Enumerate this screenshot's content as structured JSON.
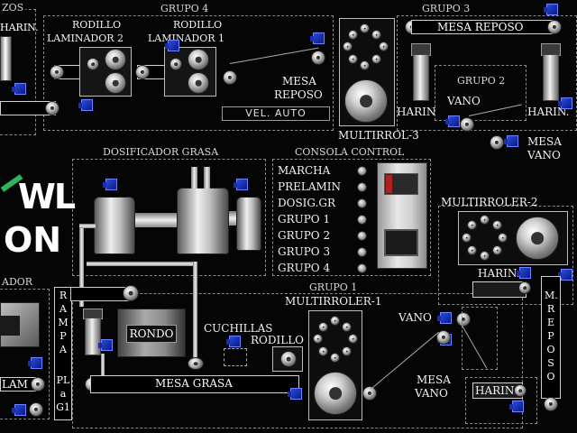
{
  "groups": {
    "g_top_left": "ZOS",
    "g4": "GRUPO 4",
    "g3": "GRUPO 3",
    "g2": "GRUPO 2",
    "g1": "GRUPO 1",
    "dosificador": "DOSIFICADOR GRASA",
    "consola": "CONSOLA CONTROL",
    "g_left_mid": "ADOR"
  },
  "labels": {
    "harin_top_left": "HARIN.",
    "rodillo_lam_2_a": "RODILLO",
    "rodillo_lam_2_b": "LAMINADOR 2",
    "rodillo_lam_1_a": "RODILLO",
    "rodillo_lam_1_b": "LAMINADOR 1",
    "mesa_reposo_g4_a": "MESA",
    "mesa_reposo_g4_b": "REPOSO",
    "vel_auto": "VEL. AUTO",
    "multirrol_3": "MULTIRROL-3",
    "mesa_reposo_g3": "MESA REPOSO",
    "harin_g3_a": "HARIN",
    "harin_g3_b": "HARIN.",
    "vano_g2": "VANO",
    "mesa_vano_g2_a": "MESA",
    "mesa_vano_g2_b": "VANO",
    "multirroler_2": "MULTIRROLER-2",
    "harin_g2": "HARIN.",
    "m_reposo": "M.REPOSO",
    "multirroler_1": "MULTIRROLER-1",
    "vano_g1": "VANO",
    "mesa_vano_g1_a": "MESA",
    "mesa_vano_g1_b": "VANO",
    "harin_g1": "HARIN.",
    "cuchillas": "CUCHILLAS",
    "rodillo_cu": "RODILLO",
    "rondo": "RONDO",
    "mesa_grasa": "MESA GRASA",
    "rampa": "RAMPA",
    "pl_a_g1": "PLaG1",
    "logo_top": "WL",
    "logo_bottom": "ON",
    "lam": "LAM"
  },
  "console": {
    "items": [
      "MARCHA",
      "PRELAMIN",
      "DOSIG.GR",
      "GRUPO 1",
      "GRUPO 2",
      "GRUPO 3",
      "GRUPO 4"
    ]
  },
  "colors": {
    "background": "#050505",
    "motor": "#1a38d0",
    "dashed_border": "#8a8a8a",
    "plc_red": "#b02020",
    "logo_green": "#2fb35a"
  }
}
